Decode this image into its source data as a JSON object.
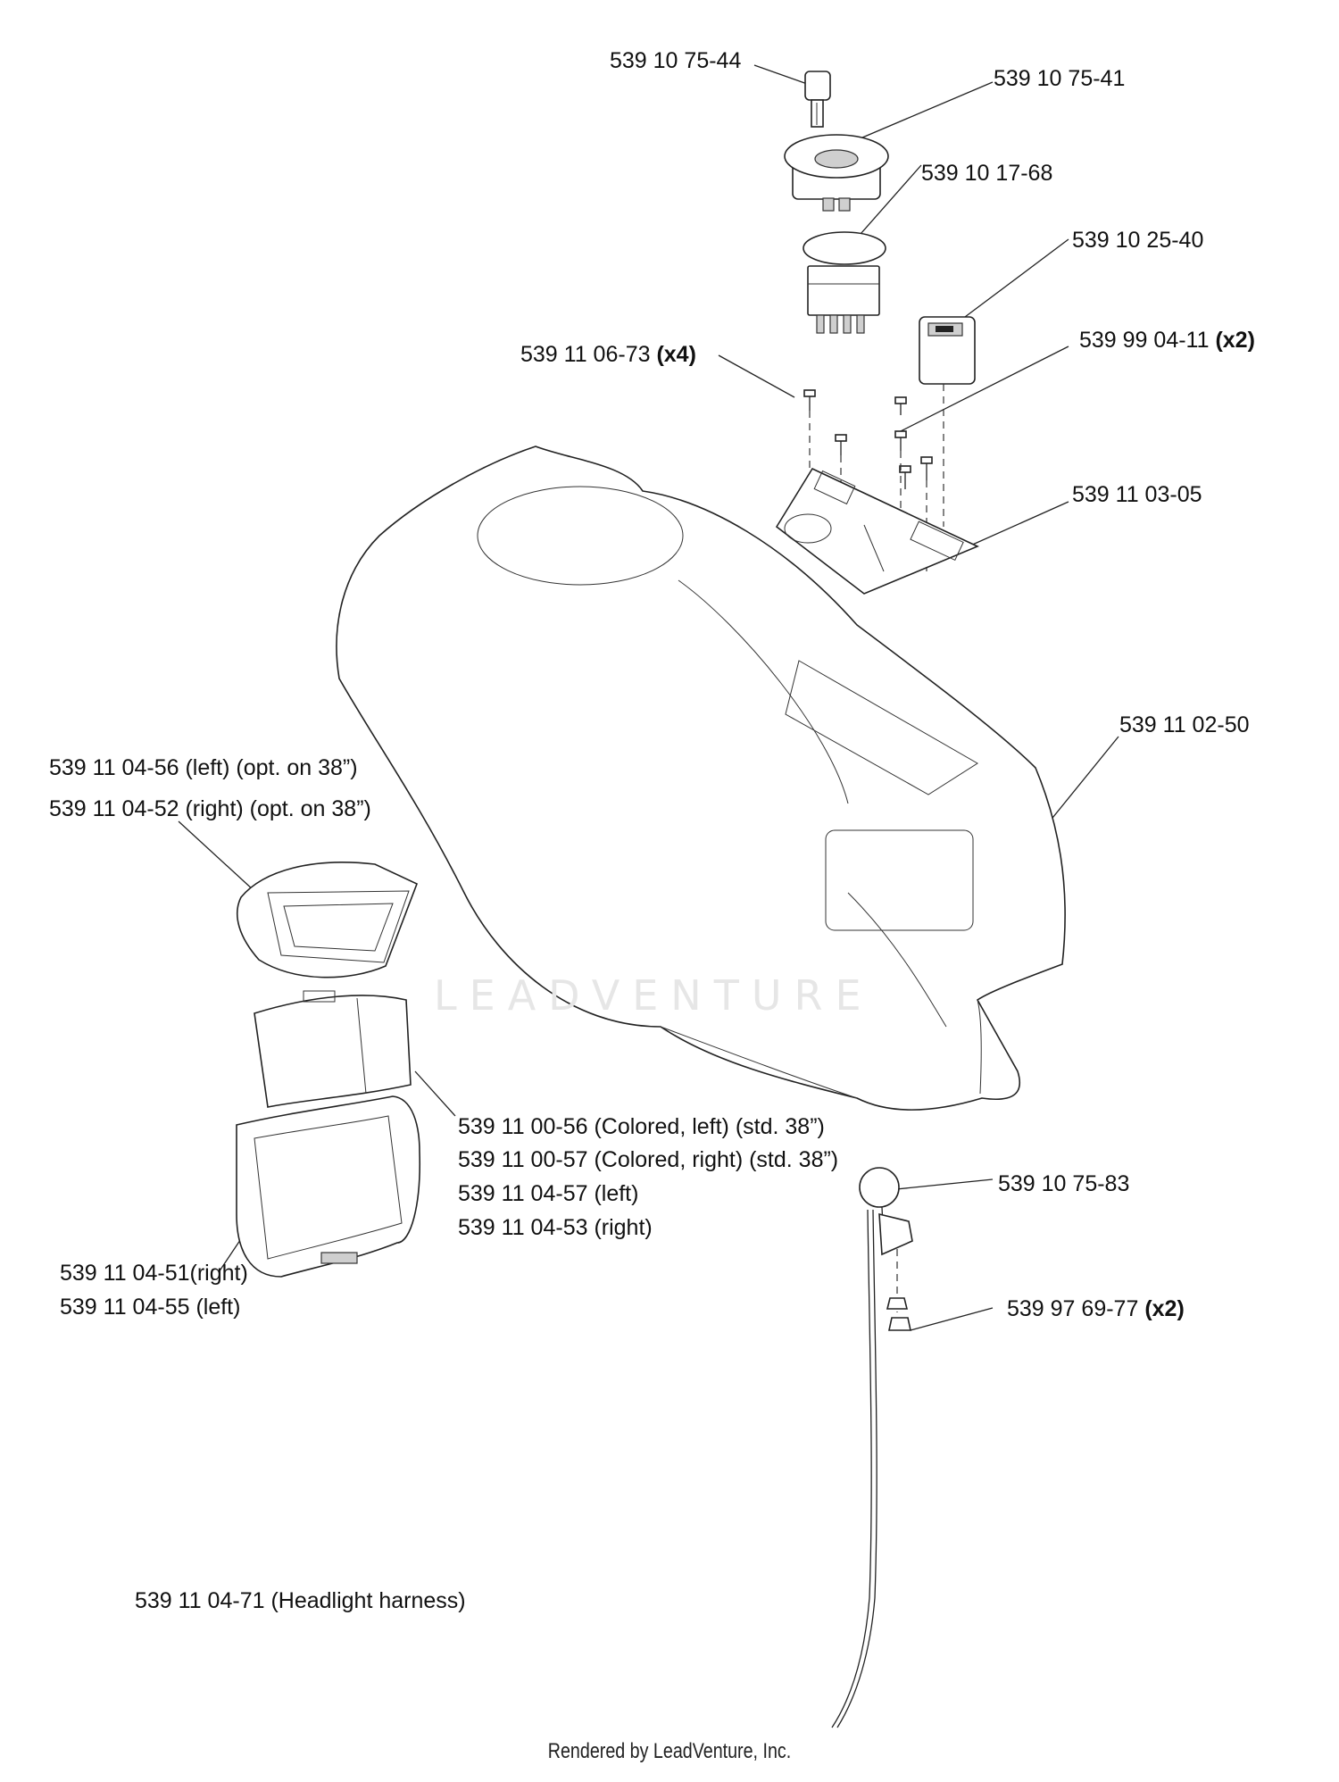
{
  "watermark": "LEADVENTURE",
  "footer": "Rendered by LeadVenture, Inc.",
  "callouts": [
    {
      "id": "key",
      "part": "539 10 75-44",
      "qty": ""
    },
    {
      "id": "ignition-switch",
      "part": "539 10 75-41",
      "qty": ""
    },
    {
      "id": "pto-switch",
      "part": "539 10 17-68",
      "qty": ""
    },
    {
      "id": "hour-meter",
      "part": "539 10 25-40",
      "qty": ""
    },
    {
      "id": "screw-a",
      "part": "539 11 06-73",
      "qty": "(x4)"
    },
    {
      "id": "screw-b",
      "part": "539 99 04-11",
      "qty": "(x2)"
    },
    {
      "id": "switch-plate",
      "part": "539 11 03-05",
      "qty": ""
    },
    {
      "id": "hood",
      "part": "539 11 02-50",
      "qty": ""
    },
    {
      "id": "headlight-left",
      "part": "539 11 04-56 (left) (opt. on 38”)",
      "qty": ""
    },
    {
      "id": "headlight-right",
      "part": "539 11 04-52 (right) (opt. on 38”)",
      "qty": ""
    },
    {
      "id": "lens-1",
      "part": "539 11 00-56 (Colored, left) (std. 38”)",
      "qty": ""
    },
    {
      "id": "lens-2",
      "part": "539 11 00-57 (Colored, right) (std. 38”)",
      "qty": ""
    },
    {
      "id": "lens-3",
      "part": "539 11 04-57 (left)",
      "qty": ""
    },
    {
      "id": "lens-4",
      "part": "539 11 04-53 (right)",
      "qty": ""
    },
    {
      "id": "bezel-right",
      "part": "539 11 04-51(right)",
      "qty": ""
    },
    {
      "id": "bezel-left",
      "part": "539 11 04-55 (left)",
      "qty": ""
    },
    {
      "id": "knob",
      "part": "539 10 75-83",
      "qty": ""
    },
    {
      "id": "nut",
      "part": "539 97 69-77",
      "qty": "(x2)"
    },
    {
      "id": "harness",
      "part": "539 11 04-71 (Headlight harness)",
      "qty": ""
    }
  ]
}
